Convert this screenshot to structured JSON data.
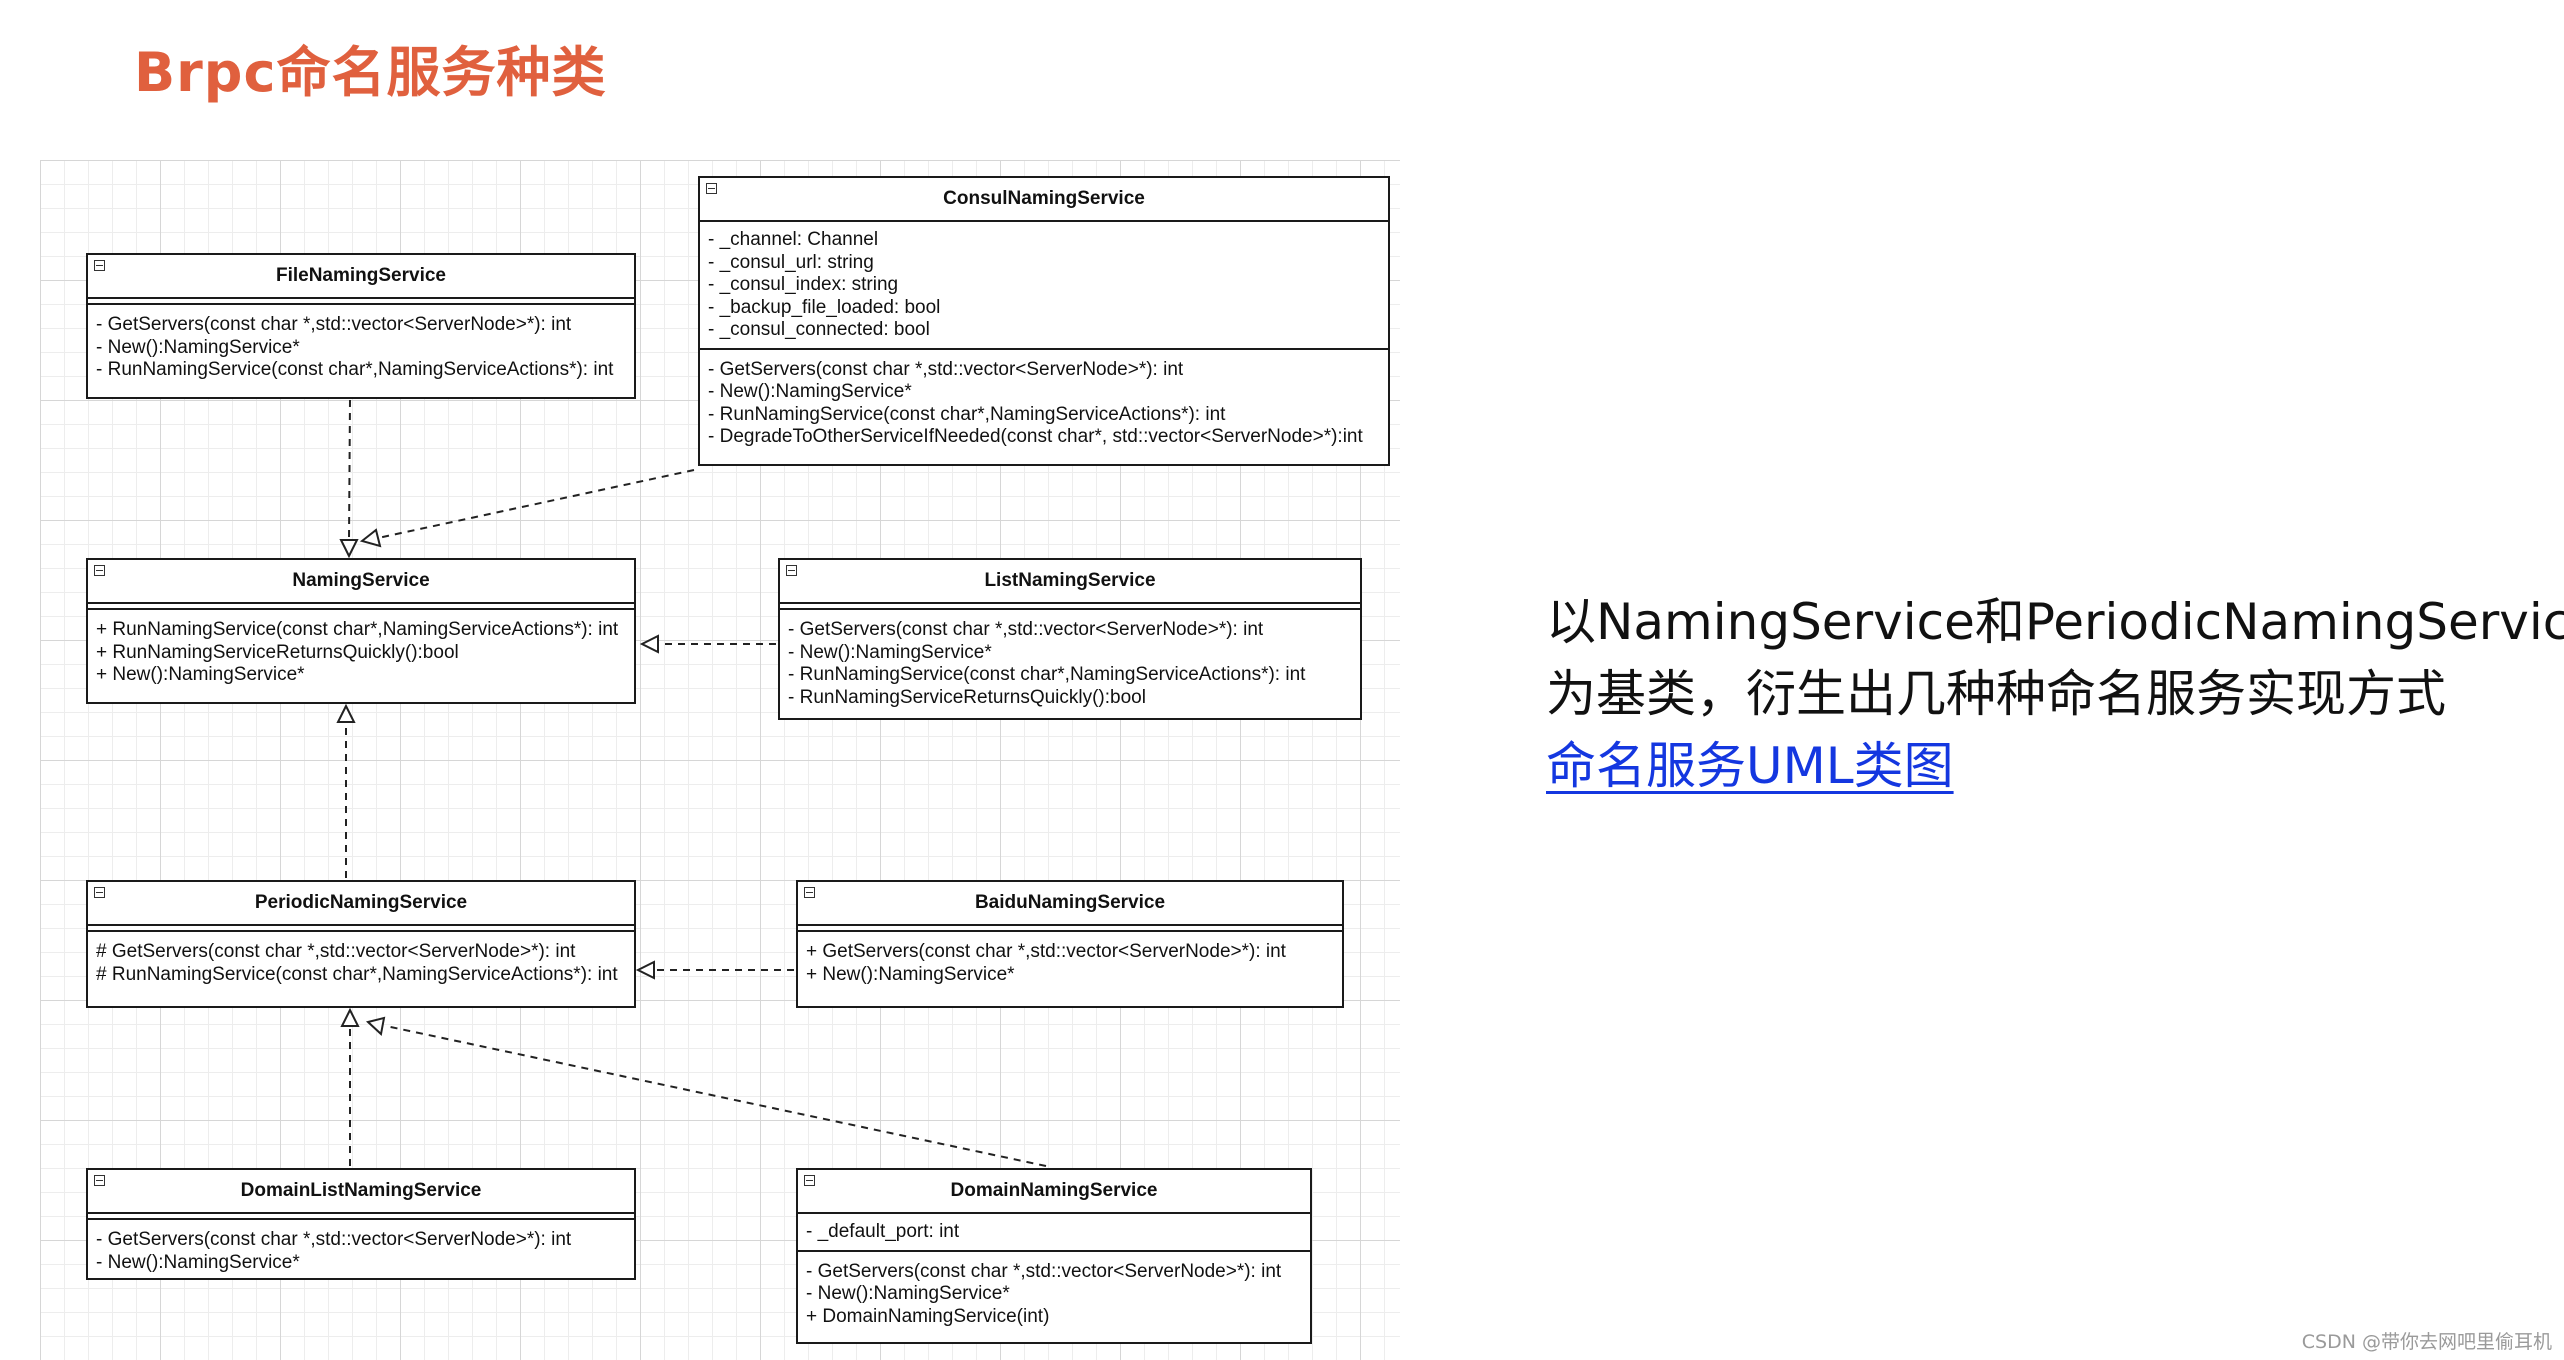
{
  "title": "Brpc命名服务种类",
  "description": {
    "line1": "以NamingService和PeriodicNamingService",
    "line2": "为基类，衍生出几种种命名服务实现方式",
    "link": "命名服务UML类图"
  },
  "watermark": "CSDN @带你去网吧里偷耳机",
  "classes": {
    "consul": {
      "name": "ConsulNamingService",
      "attrs": [
        "- _channel: Channel",
        "- _consul_url: string",
        "- _consul_index: string",
        "- _backup_file_loaded: bool",
        "- _consul_connected: bool"
      ],
      "methods": [
        "- GetServers(const char *,std::vector<ServerNode>*): int",
        "- New():NamingService*",
        "- RunNamingService(const char*,NamingServiceActions*): int",
        "- DegradeToOtherServiceIfNeeded(const char*, std::vector<ServerNode>*):int"
      ]
    },
    "file": {
      "name": "FileNamingService",
      "methods": [
        "- GetServers(const char *,std::vector<ServerNode>*): int",
        "- New():NamingService*",
        "- RunNamingService(const char*,NamingServiceActions*): int"
      ]
    },
    "naming": {
      "name": "NamingService",
      "methods": [
        "+ RunNamingService(const char*,NamingServiceActions*): int",
        "+ RunNamingServiceReturnsQuickly():bool",
        "+ New():NamingService*"
      ]
    },
    "list": {
      "name": "ListNamingService",
      "methods": [
        "- GetServers(const char *,std::vector<ServerNode>*): int",
        "- New():NamingService*",
        "- RunNamingService(const char*,NamingServiceActions*): int",
        "- RunNamingServiceReturnsQuickly():bool"
      ]
    },
    "periodic": {
      "name": "PeriodicNamingService",
      "methods": [
        "# GetServers(const char *,std::vector<ServerNode>*): int",
        "# RunNamingService(const char*,NamingServiceActions*): int"
      ]
    },
    "baidu": {
      "name": "BaiduNamingService",
      "methods": [
        "+ GetServers(const char *,std::vector<ServerNode>*): int",
        "+ New():NamingService*"
      ]
    },
    "domainlist": {
      "name": "DomainListNamingService",
      "methods": [
        "- GetServers(const char *,std::vector<ServerNode>*): int",
        "- New():NamingService*"
      ]
    },
    "domain": {
      "name": "DomainNamingService",
      "attrs": [
        "- _default_port: int"
      ],
      "methods": [
        "- GetServers(const char *,std::vector<ServerNode>*): int",
        "- New():NamingService*",
        "+ DomainNamingService(int)"
      ]
    }
  }
}
